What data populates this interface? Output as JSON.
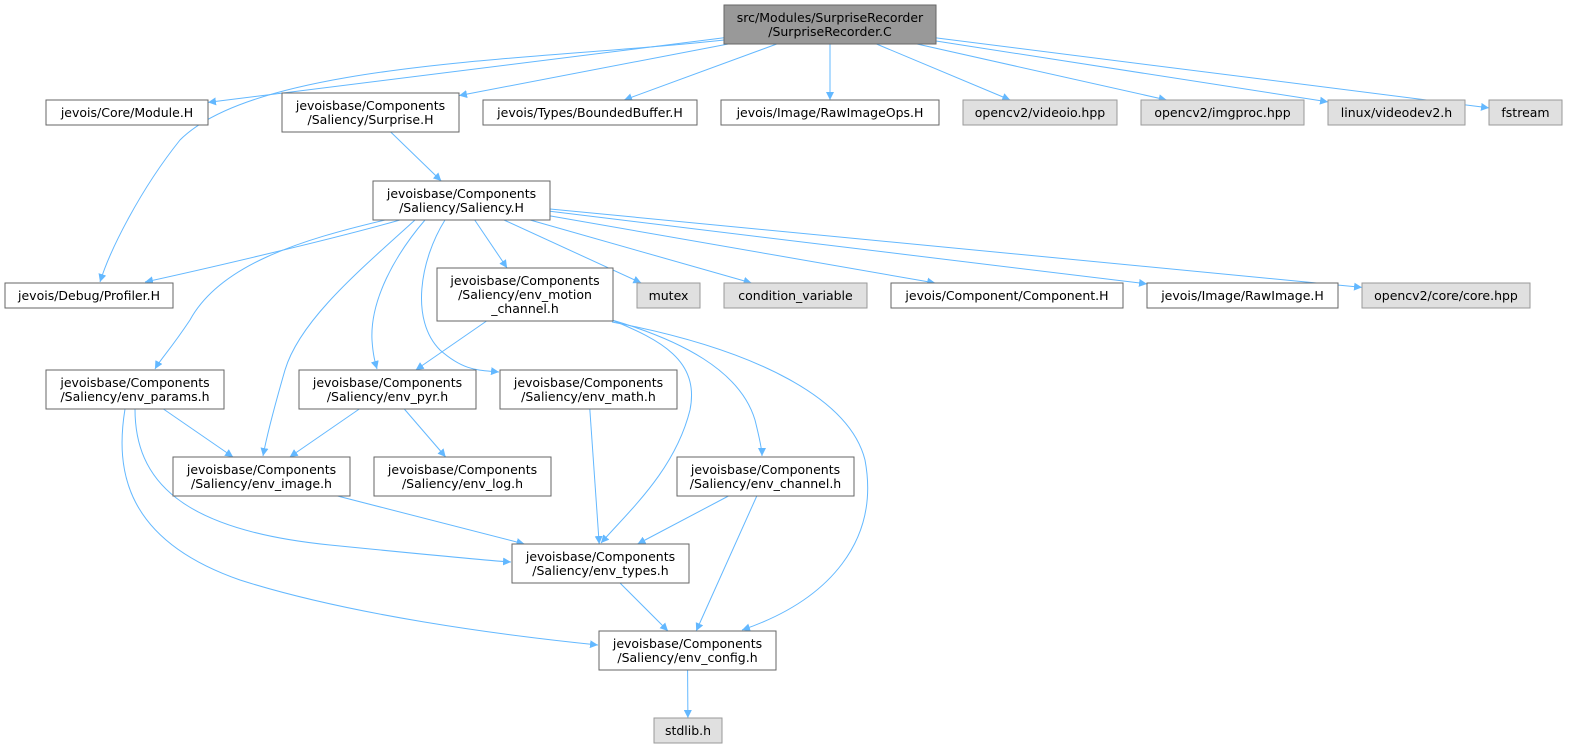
{
  "graph": {
    "root": {
      "id": "root",
      "lines": [
        "src/Modules/SurpriseRecorder",
        "/SurpriseRecorder.C"
      ],
      "style": "root"
    },
    "nodes": [
      {
        "id": "module_h",
        "lines": [
          "jevois/Core/Module.H"
        ],
        "style": "file"
      },
      {
        "id": "surprise_h",
        "lines": [
          "jevoisbase/Components",
          "/Saliency/Surprise.H"
        ],
        "style": "file"
      },
      {
        "id": "boundedbuffer_h",
        "lines": [
          "jevois/Types/BoundedBuffer.H"
        ],
        "style": "file"
      },
      {
        "id": "rawimageops_h",
        "lines": [
          "jevois/Image/RawImageOps.H"
        ],
        "style": "file"
      },
      {
        "id": "videoio_hpp",
        "lines": [
          "opencv2/videoio.hpp"
        ],
        "style": "external"
      },
      {
        "id": "imgproc_hpp",
        "lines": [
          "opencv2/imgproc.hpp"
        ],
        "style": "external"
      },
      {
        "id": "videodev2_h",
        "lines": [
          "linux/videodev2.h"
        ],
        "style": "external"
      },
      {
        "id": "fstream",
        "lines": [
          "fstream"
        ],
        "style": "external"
      },
      {
        "id": "saliency_h",
        "lines": [
          "jevoisbase/Components",
          "/Saliency/Saliency.H"
        ],
        "style": "file"
      },
      {
        "id": "profiler_h",
        "lines": [
          "jevois/Debug/Profiler.H"
        ],
        "style": "file"
      },
      {
        "id": "env_motion_channel_h",
        "lines": [
          "jevoisbase/Components",
          "/Saliency/env_motion",
          "_channel.h"
        ],
        "style": "file"
      },
      {
        "id": "mutex",
        "lines": [
          "mutex"
        ],
        "style": "external"
      },
      {
        "id": "condition_variable",
        "lines": [
          "condition_variable"
        ],
        "style": "external"
      },
      {
        "id": "component_h",
        "lines": [
          "jevois/Component/Component.H"
        ],
        "style": "file"
      },
      {
        "id": "rawimage_h",
        "lines": [
          "jevois/Image/RawImage.H"
        ],
        "style": "file"
      },
      {
        "id": "core_hpp",
        "lines": [
          "opencv2/core/core.hpp"
        ],
        "style": "external"
      },
      {
        "id": "env_params_h",
        "lines": [
          "jevoisbase/Components",
          "/Saliency/env_params.h"
        ],
        "style": "file"
      },
      {
        "id": "env_pyr_h",
        "lines": [
          "jevoisbase/Components",
          "/Saliency/env_pyr.h"
        ],
        "style": "file"
      },
      {
        "id": "env_math_h",
        "lines": [
          "jevoisbase/Components",
          "/Saliency/env_math.h"
        ],
        "style": "file"
      },
      {
        "id": "env_image_h",
        "lines": [
          "jevoisbase/Components",
          "/Saliency/env_image.h"
        ],
        "style": "file"
      },
      {
        "id": "env_log_h",
        "lines": [
          "jevoisbase/Components",
          "/Saliency/env_log.h"
        ],
        "style": "file"
      },
      {
        "id": "env_channel_h",
        "lines": [
          "jevoisbase/Components",
          "/Saliency/env_channel.h"
        ],
        "style": "file"
      },
      {
        "id": "env_types_h",
        "lines": [
          "jevoisbase/Components",
          "/Saliency/env_types.h"
        ],
        "style": "file"
      },
      {
        "id": "env_config_h",
        "lines": [
          "jevoisbase/Components",
          "/Saliency/env_config.h"
        ],
        "style": "file"
      },
      {
        "id": "stdlib_h",
        "lines": [
          "stdlib.h"
        ],
        "style": "external"
      }
    ],
    "edges": [
      [
        "root",
        "module_h"
      ],
      [
        "root",
        "surprise_h"
      ],
      [
        "root",
        "boundedbuffer_h"
      ],
      [
        "root",
        "rawimageops_h"
      ],
      [
        "root",
        "videoio_hpp"
      ],
      [
        "root",
        "imgproc_hpp"
      ],
      [
        "root",
        "videodev2_h"
      ],
      [
        "root",
        "fstream"
      ],
      [
        "root",
        "profiler_h"
      ],
      [
        "surprise_h",
        "saliency_h"
      ],
      [
        "saliency_h",
        "profiler_h"
      ],
      [
        "saliency_h",
        "env_motion_channel_h"
      ],
      [
        "saliency_h",
        "mutex"
      ],
      [
        "saliency_h",
        "condition_variable"
      ],
      [
        "saliency_h",
        "component_h"
      ],
      [
        "saliency_h",
        "rawimage_h"
      ],
      [
        "saliency_h",
        "core_hpp"
      ],
      [
        "saliency_h",
        "env_params_h"
      ],
      [
        "saliency_h",
        "env_image_h"
      ],
      [
        "saliency_h",
        "env_pyr_h"
      ],
      [
        "saliency_h",
        "env_math_h"
      ],
      [
        "env_motion_channel_h",
        "env_pyr_h"
      ],
      [
        "env_motion_channel_h",
        "env_types_h"
      ],
      [
        "env_motion_channel_h",
        "env_channel_h"
      ],
      [
        "env_motion_channel_h",
        "env_config_h"
      ],
      [
        "env_params_h",
        "env_image_h"
      ],
      [
        "env_params_h",
        "env_types_h"
      ],
      [
        "env_params_h",
        "env_config_h"
      ],
      [
        "env_pyr_h",
        "env_image_h"
      ],
      [
        "env_pyr_h",
        "env_log_h"
      ],
      [
        "env_math_h",
        "env_types_h"
      ],
      [
        "env_image_h",
        "env_types_h"
      ],
      [
        "env_channel_h",
        "env_types_h"
      ],
      [
        "env_channel_h",
        "env_config_h"
      ],
      [
        "env_types_h",
        "env_config_h"
      ],
      [
        "env_config_h",
        "stdlib_h"
      ]
    ]
  }
}
